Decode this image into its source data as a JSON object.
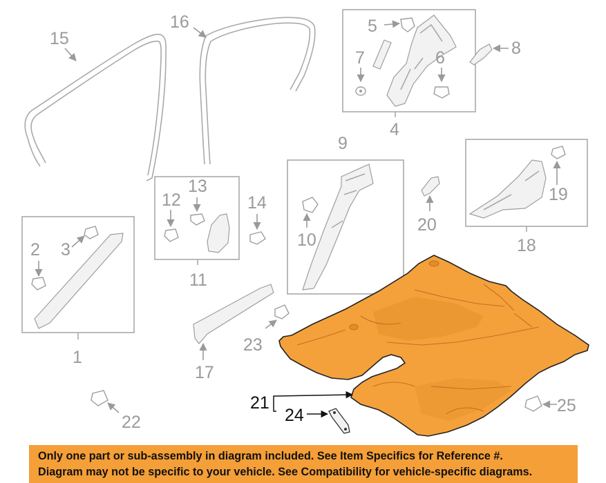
{
  "callouts": {
    "c1": "1",
    "c2": "2",
    "c3": "3",
    "c4": "4",
    "c5": "5",
    "c6": "6",
    "c7": "7",
    "c8": "8",
    "c9": "9",
    "c10": "10",
    "c11": "11",
    "c12": "12",
    "c13": "13",
    "c14": "14",
    "c15": "15",
    "c16": "16",
    "c17": "17",
    "c18": "18",
    "c19": "19",
    "c20": "20",
    "c21": "21",
    "c22": "22",
    "c23": "23",
    "c24": "24",
    "c25": "25"
  },
  "colors": {
    "highlight_part": "#f4a13c",
    "banner": "#f59f38",
    "line_gray": "#a9a9a9"
  },
  "disclaimer": {
    "line1": "Only one part or sub-assembly in diagram included. See Item Specifics for Reference #.",
    "line2": "Diagram may not be specific to your vehicle. See Compatibility for vehicle-specific diagrams."
  }
}
